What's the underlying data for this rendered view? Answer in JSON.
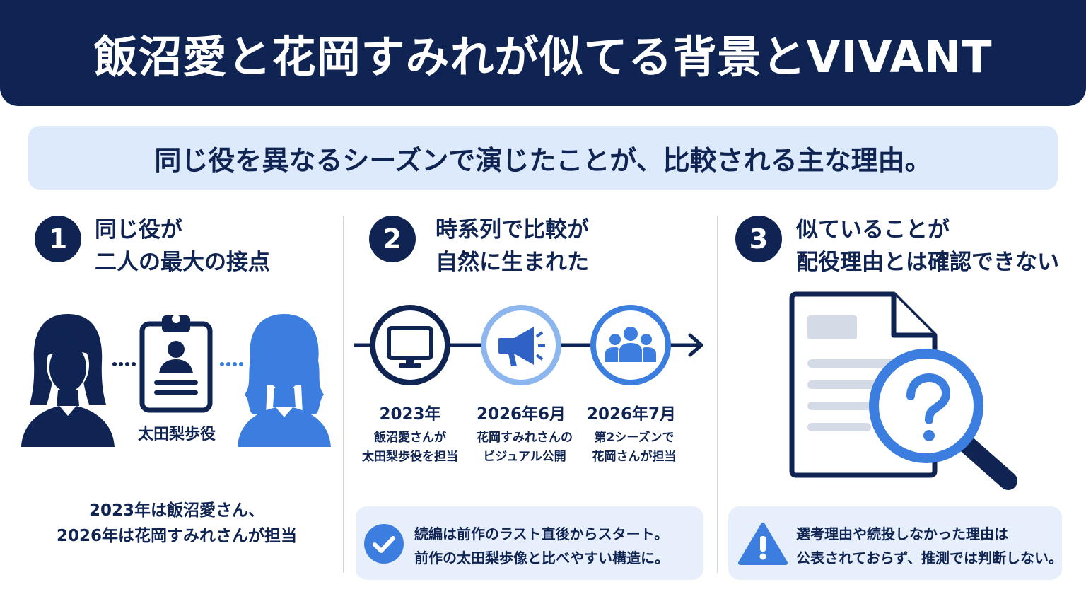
{
  "header": {
    "title": "飯沼愛と花岡すみれが似てる背景とVIVANT"
  },
  "subtitle": "同じ役を異なるシーズンで演じたことが、比較される主な理由。",
  "colors": {
    "navy": "#0f2453",
    "blue": "#3c7de0",
    "light_blue": "#dceafb",
    "note_bg": "#e6effb"
  },
  "sections": [
    {
      "number": "1",
      "heading": [
        "同じ役が",
        "二人の最大の接点"
      ],
      "role_label": "太田梨歩役",
      "summary": [
        "2023年は飯沼愛さん、",
        "2026年は花岡すみれさんが担当"
      ],
      "icons": [
        "woman-silhouette-icon",
        "id-badge-icon",
        "woman-silhouette-icon"
      ]
    },
    {
      "number": "2",
      "heading": [
        "時系列で比較が",
        "自然に生まれた"
      ],
      "timeline": [
        {
          "icon": "monitor-icon",
          "year": "2023年",
          "desc": [
            "飯沼愛さんが",
            "太田梨歩役を担当"
          ]
        },
        {
          "icon": "megaphone-icon",
          "year": "2026年6月",
          "desc": [
            "花岡すみれさんの",
            "ビジュアル公開"
          ]
        },
        {
          "icon": "people-group-icon",
          "year": "2026年7月",
          "desc": [
            "第2シーズンで",
            "花岡さんが担当"
          ]
        }
      ],
      "note": {
        "icon": "check-circle-icon",
        "lines": [
          "続編は前作のラスト直後からスタート。",
          "前作の太田梨歩像と比べやすい構造に。"
        ]
      }
    },
    {
      "number": "3",
      "heading": [
        "似ていることが",
        "配役理由とは確認できない"
      ],
      "icons": [
        "document-icon",
        "magnifier-question-icon"
      ],
      "note": {
        "icon": "warning-icon",
        "lines": [
          "選考理由や続投しなかった理由は",
          "公表されておらず、推測では判断しない。"
        ]
      }
    }
  ]
}
